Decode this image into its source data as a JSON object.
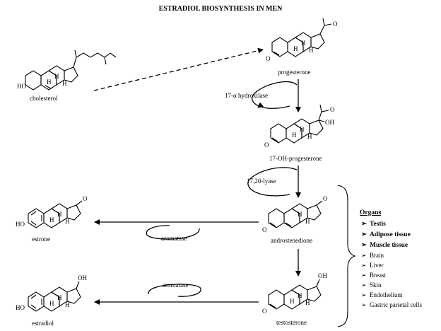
{
  "title": "ESTRADIOL BIOSYNTHESIS IN MEN",
  "compounds": {
    "cholesterol": "cholesterol",
    "progesterone": "progesterone",
    "hydroxyprogesterone": "17-OH-progesterone",
    "androstenedione": "androstenedione",
    "testosterone": "testosterone",
    "estrone": "estrone",
    "estradiol": "estradiol"
  },
  "enzymes": {
    "hydroxylase": "17-α hydroxilase",
    "lyase": "17,20-lyase",
    "aromatase_top": "aromatase",
    "aromatase_bottom": "aromatase"
  },
  "atoms": {
    "H": "H",
    "HO": "HO",
    "OH": "OH",
    "O": "O"
  },
  "organs": {
    "heading": "Organs",
    "primary": [
      "Testis",
      "Adipose tissue",
      "Muscle tissue"
    ],
    "secondary": [
      "Brain",
      "Liver",
      "Breast",
      "Skin",
      "Endothelium",
      "Gastric parietal cells"
    ]
  }
}
